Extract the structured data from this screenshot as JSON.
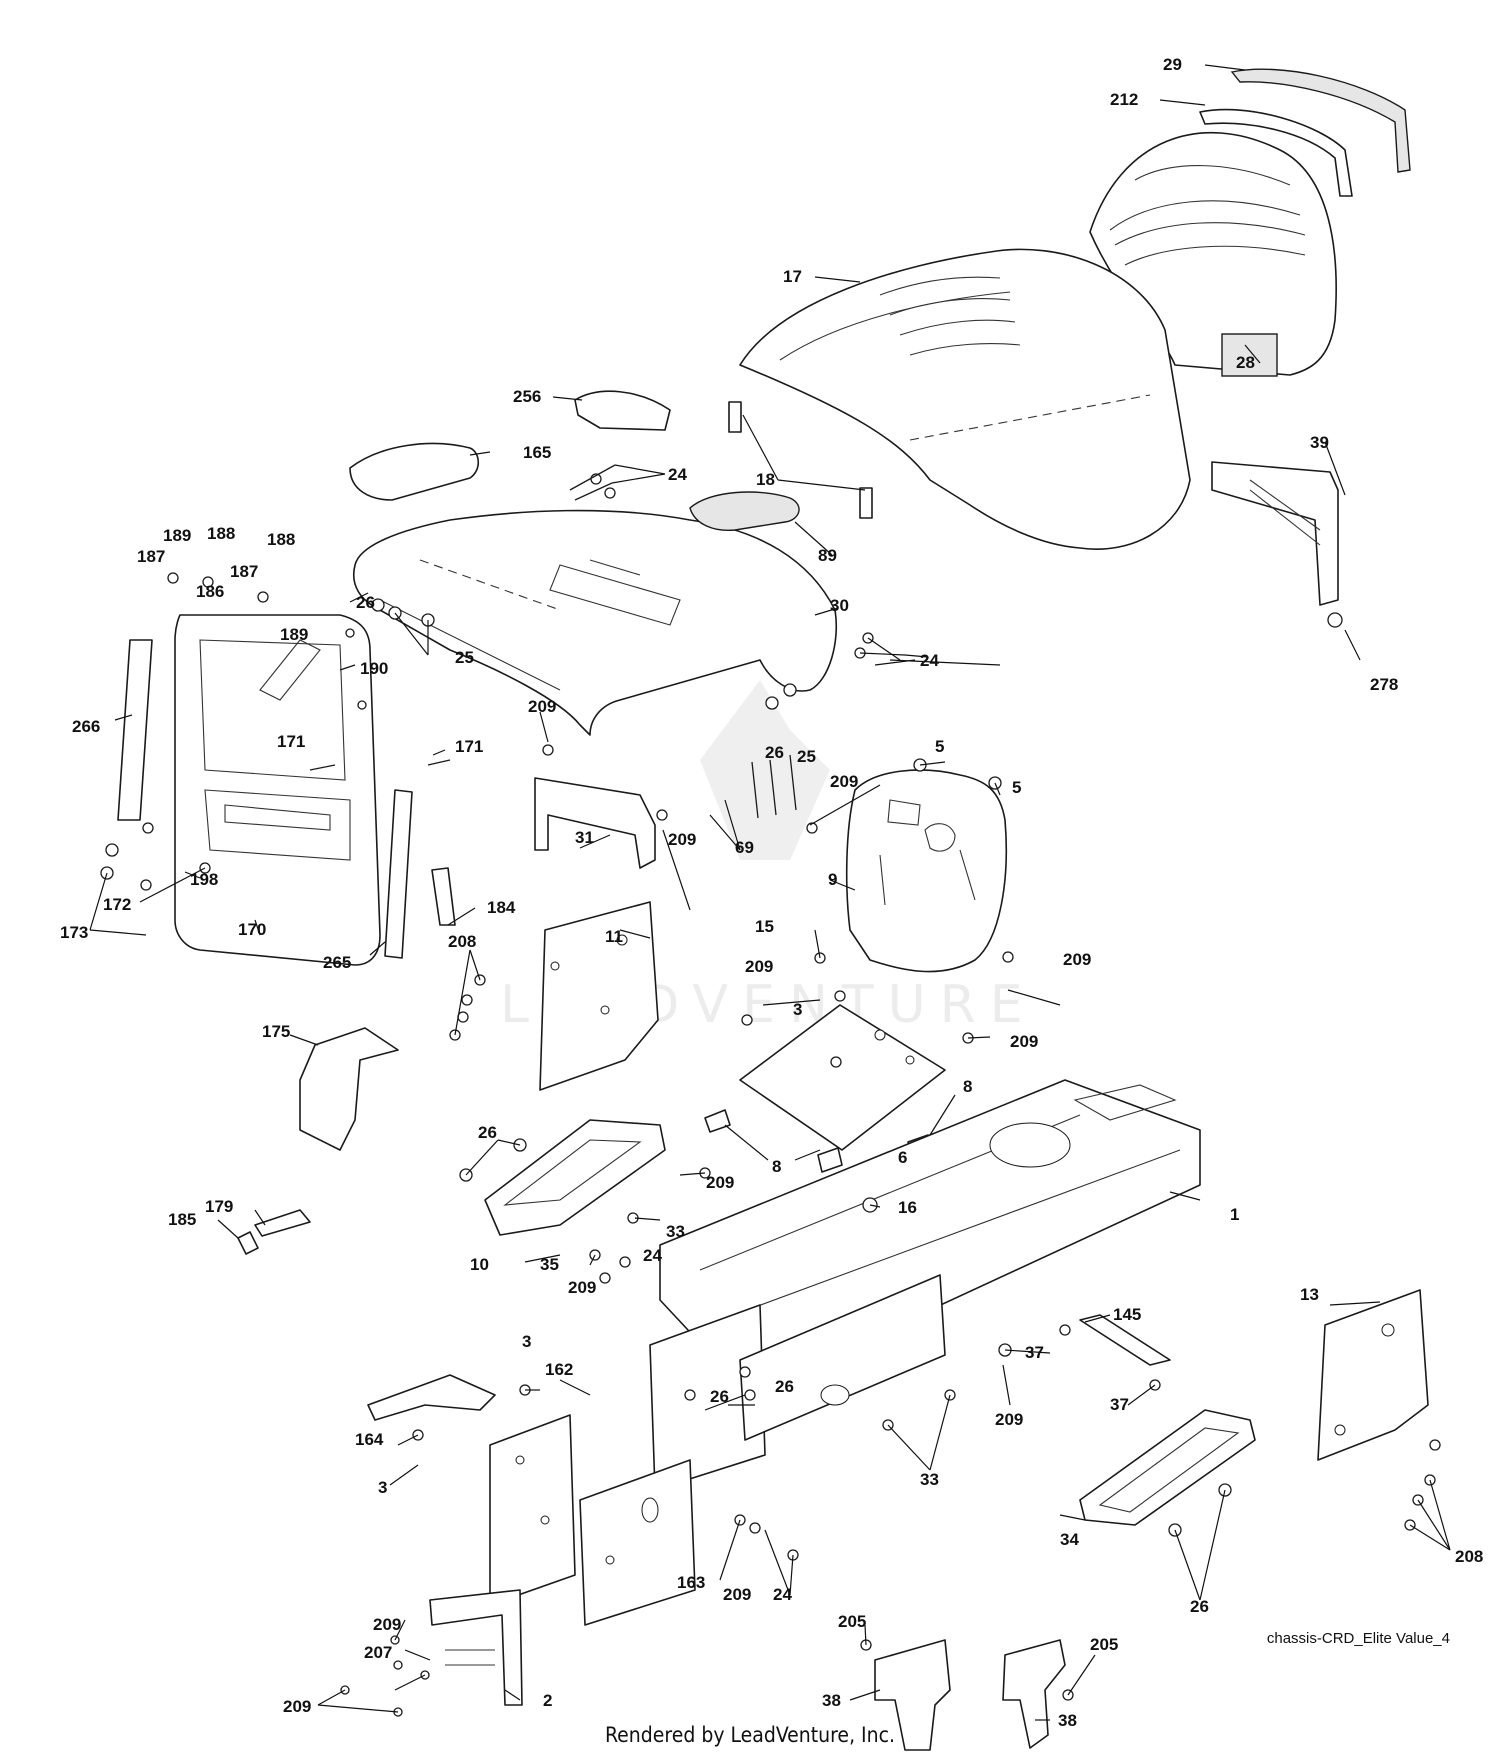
{
  "diagram": {
    "caption": "chassis-CRD_Elite Value_4",
    "footer": "Rendered by LeadVenture, Inc.",
    "watermark": "LEADVENTURE",
    "callouts": [
      "29",
      "212",
      "17",
      "28",
      "256",
      "165",
      "24",
      "18",
      "89",
      "39",
      "189",
      "188",
      "187",
      "186",
      "26",
      "25",
      "30",
      "278",
      "266",
      "190",
      "171",
      "209",
      "69",
      "5",
      "9",
      "31",
      "15",
      "184",
      "173",
      "172",
      "198",
      "170",
      "265",
      "11",
      "208",
      "175",
      "3",
      "8",
      "6",
      "16",
      "1",
      "179",
      "185",
      "33",
      "10",
      "35",
      "13",
      "145",
      "37",
      "162",
      "164",
      "163",
      "207",
      "2",
      "205",
      "38",
      "34"
    ]
  }
}
